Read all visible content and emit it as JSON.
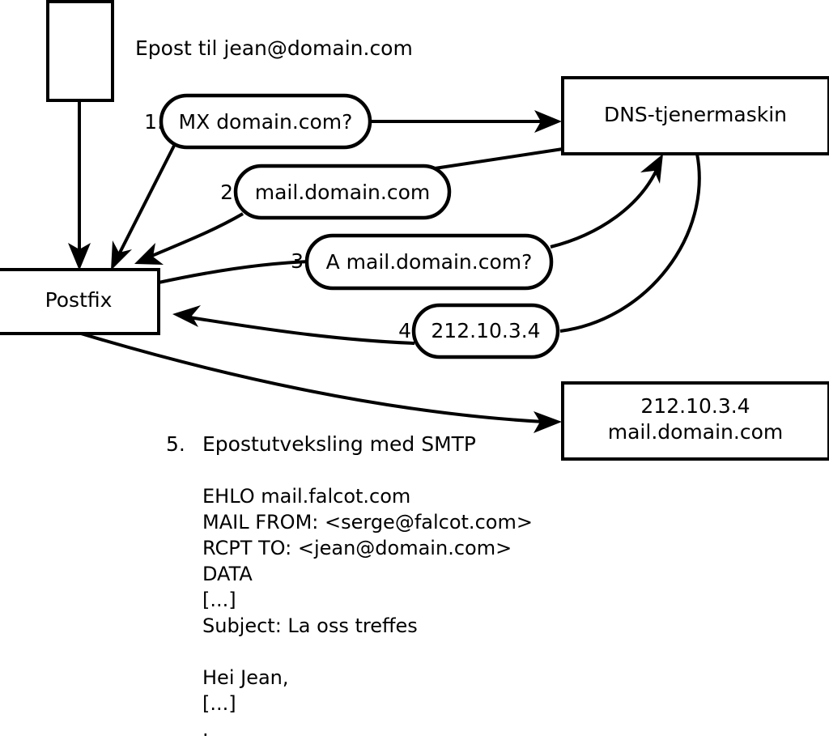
{
  "diagram": {
    "title_text": "Epost til jean@domain.com",
    "nodes": {
      "client": {
        "label": ""
      },
      "postfix": {
        "label": "Postfix"
      },
      "dns": {
        "label": "DNS-tjenermaskin"
      },
      "mailserver": {
        "line1": "212.10.3.4",
        "line2": "mail.domain.com"
      }
    },
    "steps": [
      {
        "num": "1.",
        "label": "MX domain.com?"
      },
      {
        "num": "2.",
        "label": "mail.domain.com"
      },
      {
        "num": "3.",
        "label": "A mail.domain.com?"
      },
      {
        "num": "4.",
        "label": "212.10.3.4"
      }
    ],
    "step5": {
      "num": "5.",
      "label": "Epostutveksling med SMTP"
    },
    "transcript": [
      "EHLO mail.falcot.com",
      "MAIL FROM: <serge@falcot.com>",
      "RCPT TO: <jean@domain.com>",
      "DATA",
      "[...]",
      "Subject: La oss treffes",
      "",
      "Hei Jean,",
      "[...]",
      "."
    ],
    "colors": {
      "stroke": "#000000",
      "fill": "#ffffff",
      "text": "#000000"
    }
  }
}
